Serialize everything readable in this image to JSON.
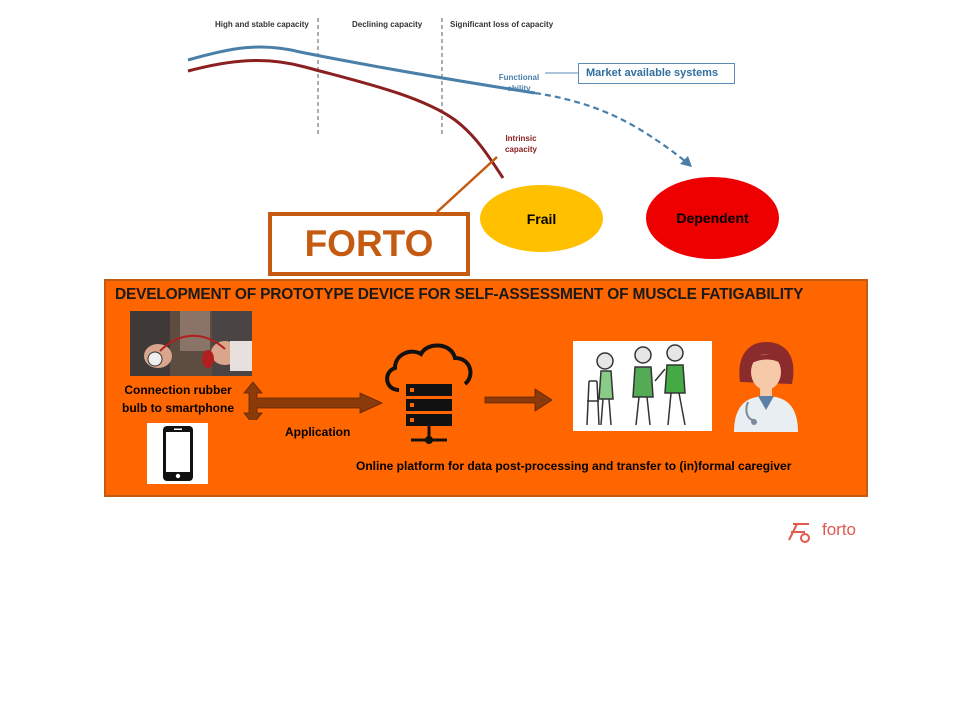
{
  "diagram": {
    "phases": [
      "High and stable capacity",
      "Declining capacity",
      "Significant loss of capacity"
    ],
    "curves": {
      "functional": {
        "line1": "Functional",
        "line2": "ability",
        "color": "#4a7fa8"
      },
      "intrinsic": {
        "line1": "Intrinsic",
        "line2": "capacity",
        "color": "#8b2020"
      }
    },
    "market_label": "Market available systems",
    "frail_label": "Frail",
    "dependent_label": "Dependent",
    "forto_label": "FORTO",
    "colors": {
      "frail": "#ffc000",
      "dependent": "#ee0000",
      "panel": "#ff6600",
      "accent": "#c55a11"
    }
  },
  "panel": {
    "title": "DEVELOPMENT OF PROTOTYPE DEVICE FOR SELF-ASSESSMENT OF MUSCLE FATIGABILITY",
    "connection_line1": "Connection rubber",
    "connection_line2": "bulb to smartphone",
    "application_label": "Application",
    "online_platform_label": "Online platform for data post-processing and transfer to (in)formal caregiver",
    "icons": [
      "hands-with-bulb-photo",
      "smartphone-icon",
      "cloud-server-icon",
      "elderly-people-icon",
      "doctor-icon"
    ]
  },
  "brand": {
    "text": "forto"
  }
}
